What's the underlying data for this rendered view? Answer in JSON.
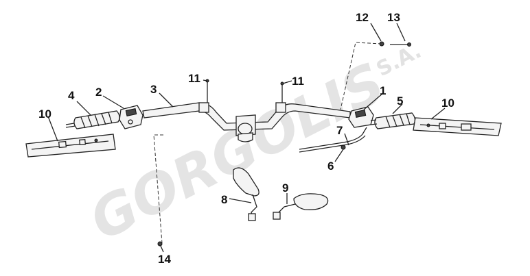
{
  "watermark": {
    "brand": "GORGOLIS",
    "suffix": "S.A."
  },
  "callouts": [
    "1",
    "2",
    "3",
    "4",
    "5",
    "6",
    "7",
    "8",
    "9",
    "10",
    "10",
    "11",
    "11",
    "12",
    "13",
    "14"
  ],
  "colors": {
    "ink": "#222222",
    "watermark": "#cfcfcf",
    "background": "#ffffff"
  }
}
